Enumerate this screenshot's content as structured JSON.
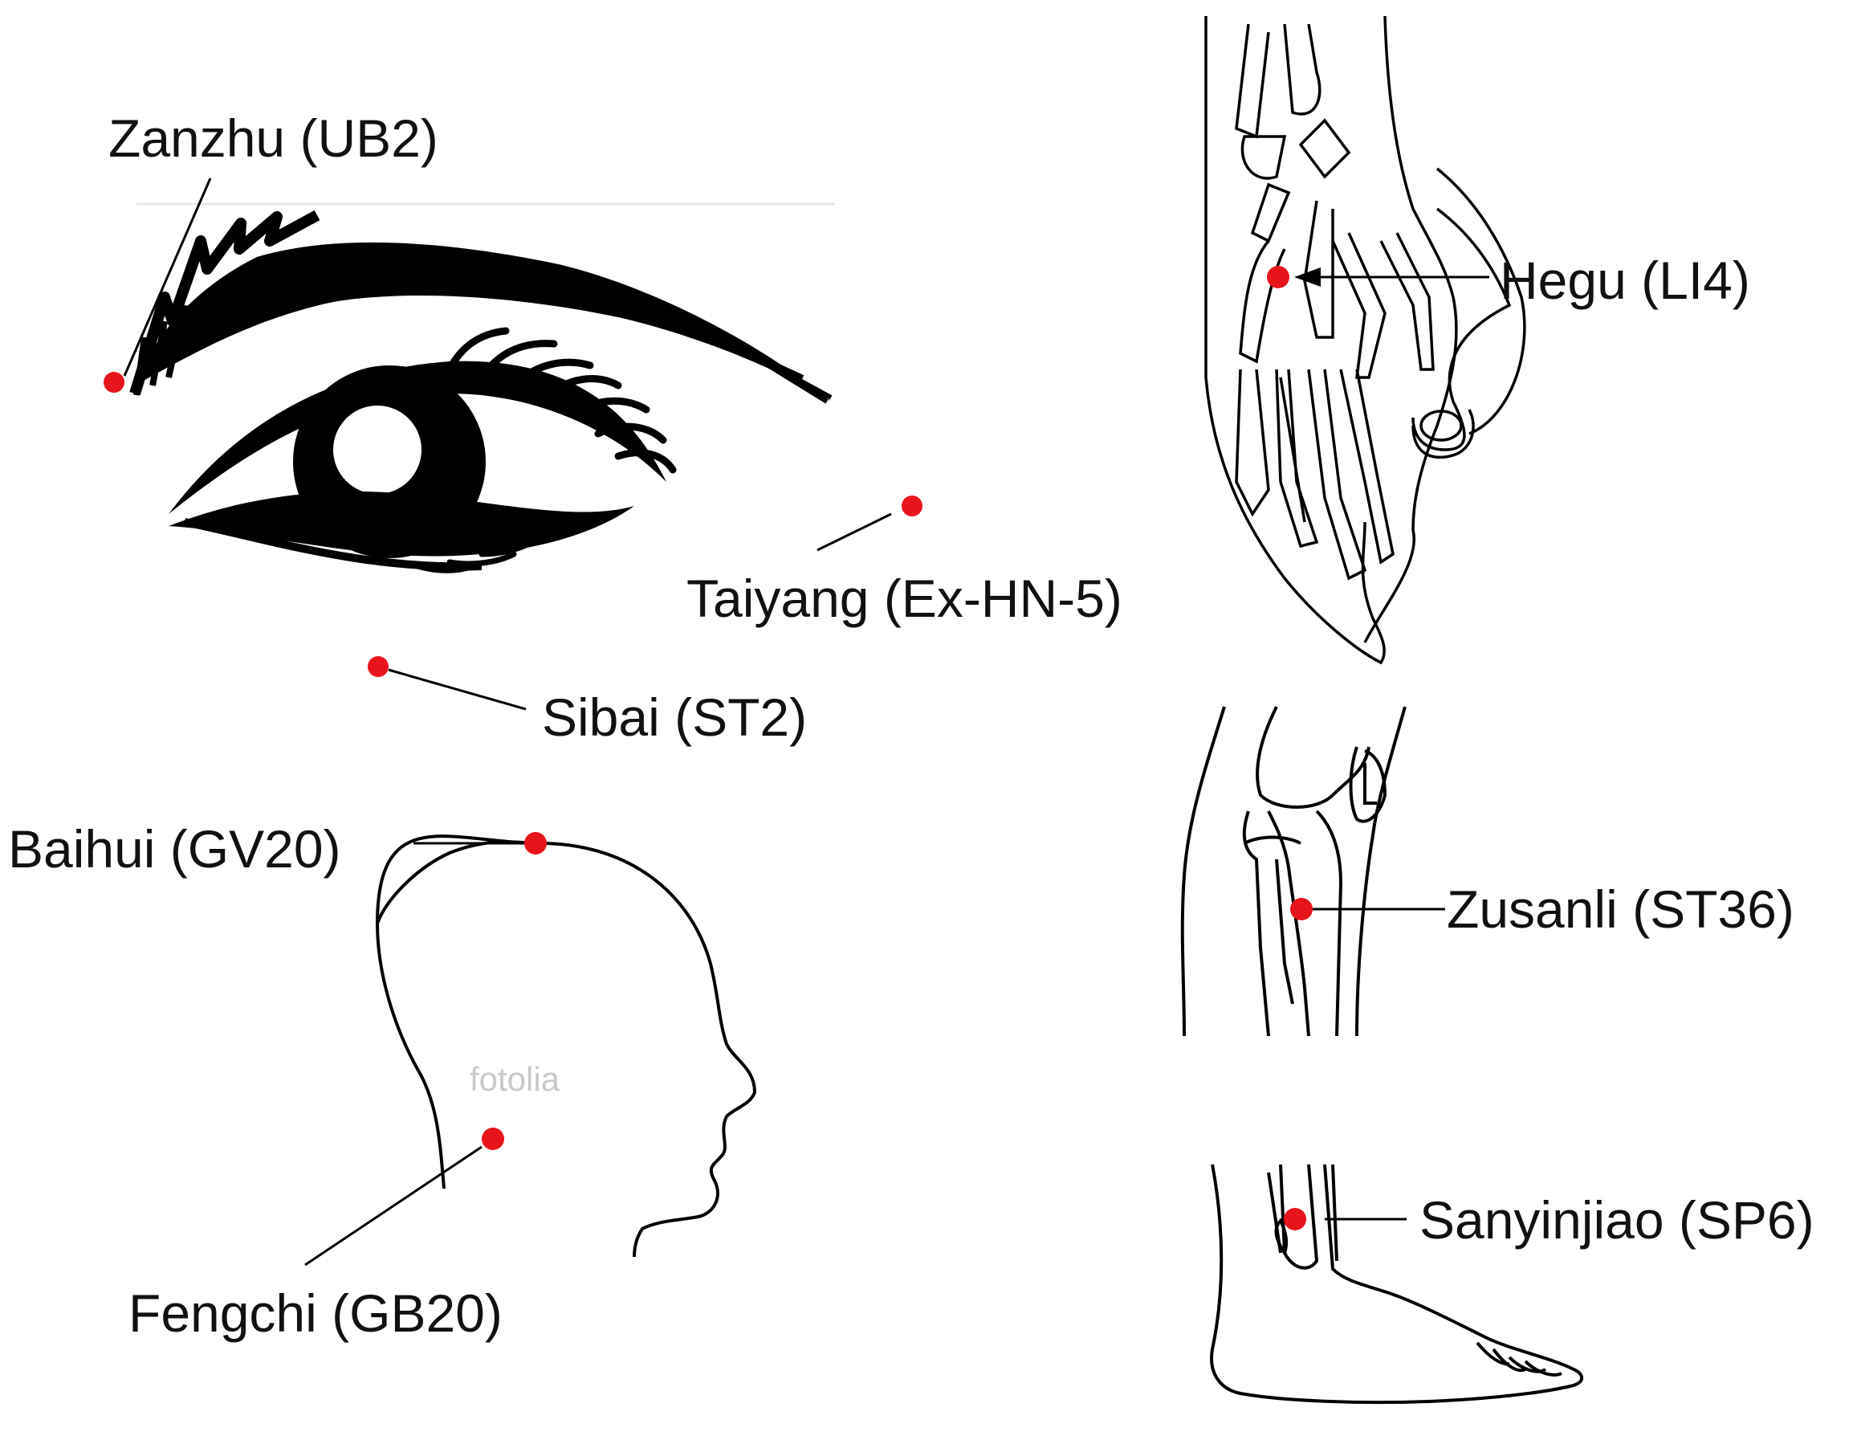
{
  "colors": {
    "point": "#e8141c",
    "ink": "#000000",
    "watermark": "#c8c8c8"
  },
  "labels": {
    "zanzhu": "Zanzhu (UB2)",
    "taiyang": "Taiyang (Ex-HN-5)",
    "sibai": "Sibai (ST2)",
    "baihui": "Baihui (GV20)",
    "fengchi": "Fengchi (GB20)",
    "hegu": "Hegu (LI4)",
    "zusanli": "Zusanli (ST36)",
    "sanyinjiao": "Sanyinjiao (SP6)"
  },
  "watermark": "fotolia",
  "icons": {
    "eye": "eye-illustration",
    "head": "head-profile-outline",
    "hand": "hand-skeleton-drawing",
    "knee": "knee-leg-drawing",
    "foot": "ankle-foot-drawing"
  }
}
